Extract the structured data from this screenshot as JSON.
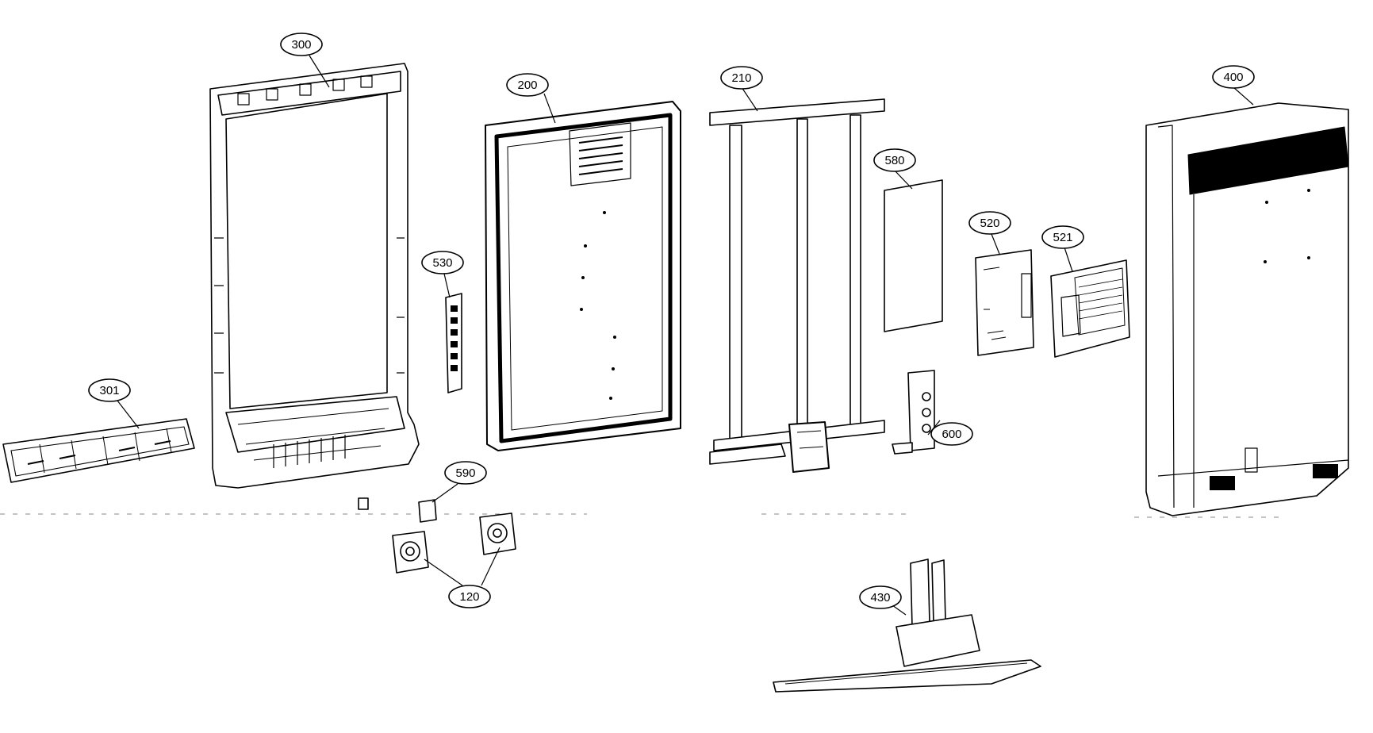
{
  "callouts": {
    "c300": "300",
    "c200": "200",
    "c210": "210",
    "c400": "400",
    "c580": "580",
    "c520": "520",
    "c521": "521",
    "c530": "530",
    "c301": "301",
    "c590": "590",
    "c600": "600",
    "c120": "120",
    "c430": "430"
  },
  "colors": {
    "line": "#000000",
    "paper": "#ffffff"
  }
}
